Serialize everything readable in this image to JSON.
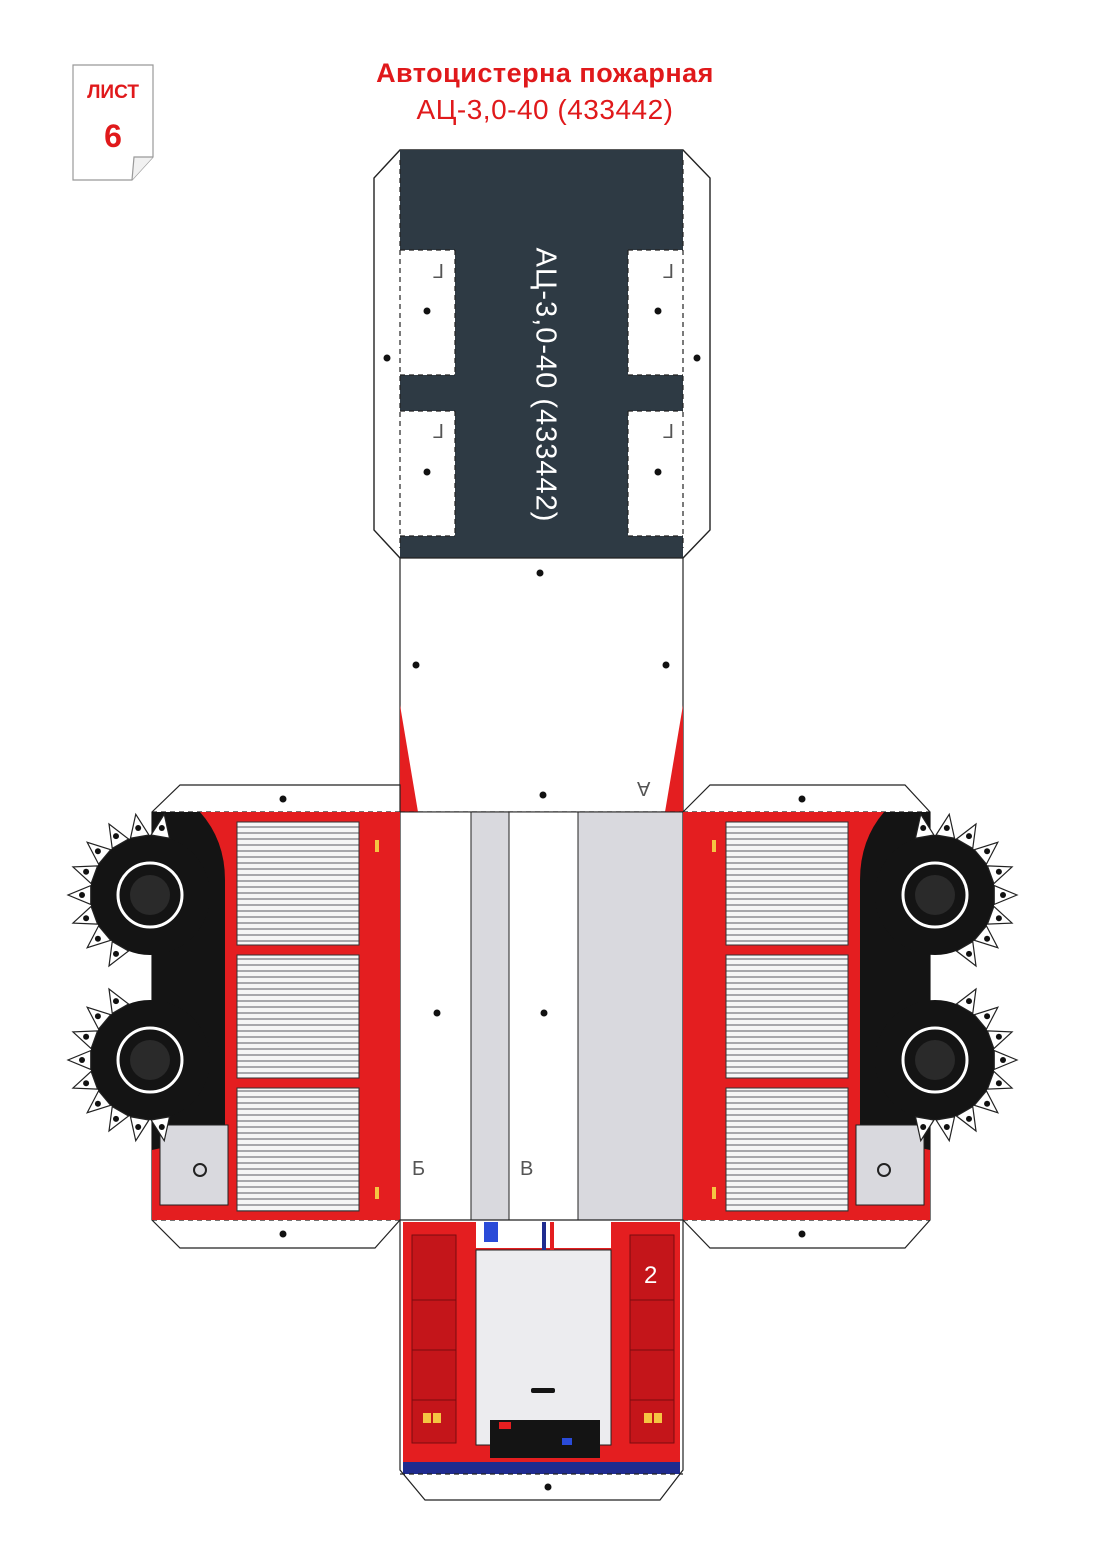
{
  "sheet": {
    "label": "ЛИСТ",
    "number": "6"
  },
  "title": "Автоцистерна пожарная",
  "subtitle": "АЦ-3,0-40 (433442)",
  "roof_label": "АЦ-3,0-40 (433442)",
  "markers": {
    "g1": "Г",
    "g2": "Г",
    "g3": "Г",
    "g4": "Г",
    "a": "А",
    "b": "Б",
    "v": "В"
  },
  "rear_door_number": "2",
  "colors": {
    "red": "#e41e20",
    "dark_red": "#c4151a",
    "roof": "#2e3a44",
    "tire": "#141414",
    "panel_gray": "#d9d9de",
    "blue": "#1f2b8f"
  }
}
